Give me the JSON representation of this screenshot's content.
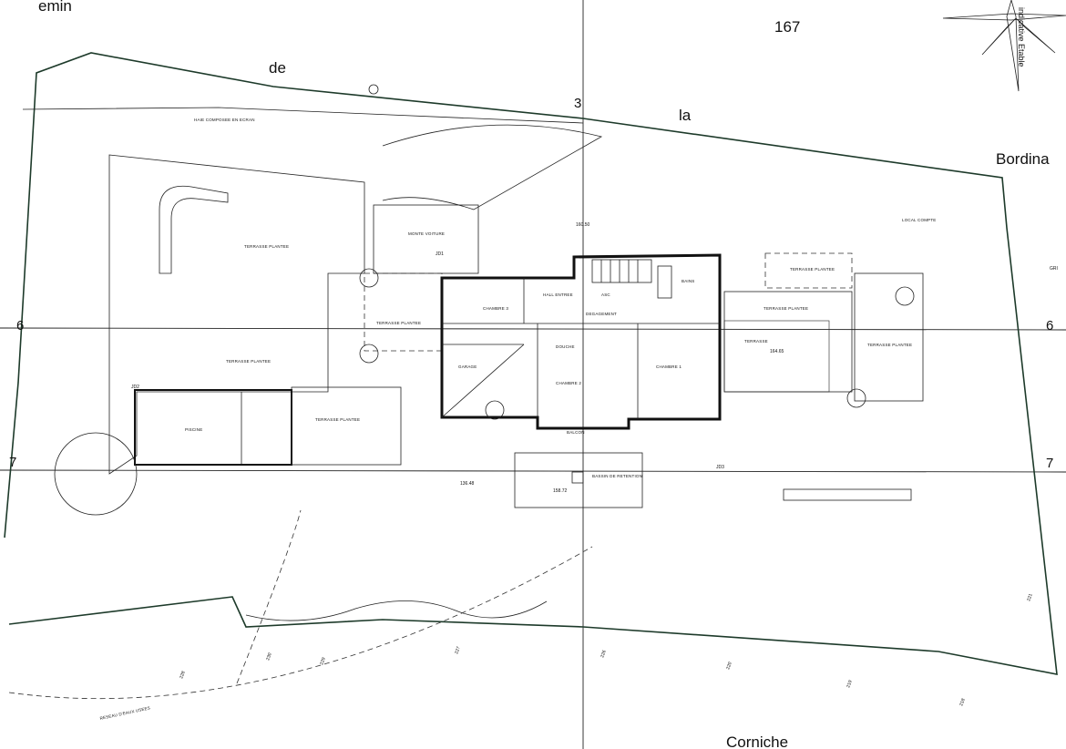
{
  "street": {
    "words": [
      "emin",
      "de",
      "la",
      "Bordina",
      "Corniche"
    ]
  },
  "parcel_number": "167",
  "grid_labels": {
    "col_3": "3",
    "row_6": "6",
    "row_7": "7",
    "grid": "GRI"
  },
  "compass_text": "indicative Etable",
  "rooms": {
    "haie": "HAIE COMPOSEE EN ECRAN",
    "monte_voiture": "MONTE VOITURE",
    "terrasse_plantee": "TERRASSE PLANTEE",
    "piscine": "PISCINE",
    "chambre_1": "CHAMBRE 1",
    "chambre_2": "CHAMBRE 2",
    "chambre_3": "CHAMBRE 3",
    "hall": "HALL ENTREE",
    "asc": "ASC",
    "degagement": "DEGAGEMENT",
    "bains": "BAINS",
    "douche": "DOUCHE",
    "garage": "GARAGE",
    "terrasse": "TERRASSE",
    "balcon": "BALCON",
    "local": "LOCAL COMPTE",
    "bassin": "BASSIN DE RETENTION",
    "reseau": "RESEAU D'EAUX USEES"
  },
  "markers": [
    "JD1",
    "JD2",
    "JD3"
  ],
  "elevations": [
    "136.48",
    "160.50",
    "164.65",
    "158.72"
  ],
  "contours": [
    "230",
    "229",
    "228",
    "227",
    "226",
    "221",
    "220",
    "219",
    "218"
  ]
}
